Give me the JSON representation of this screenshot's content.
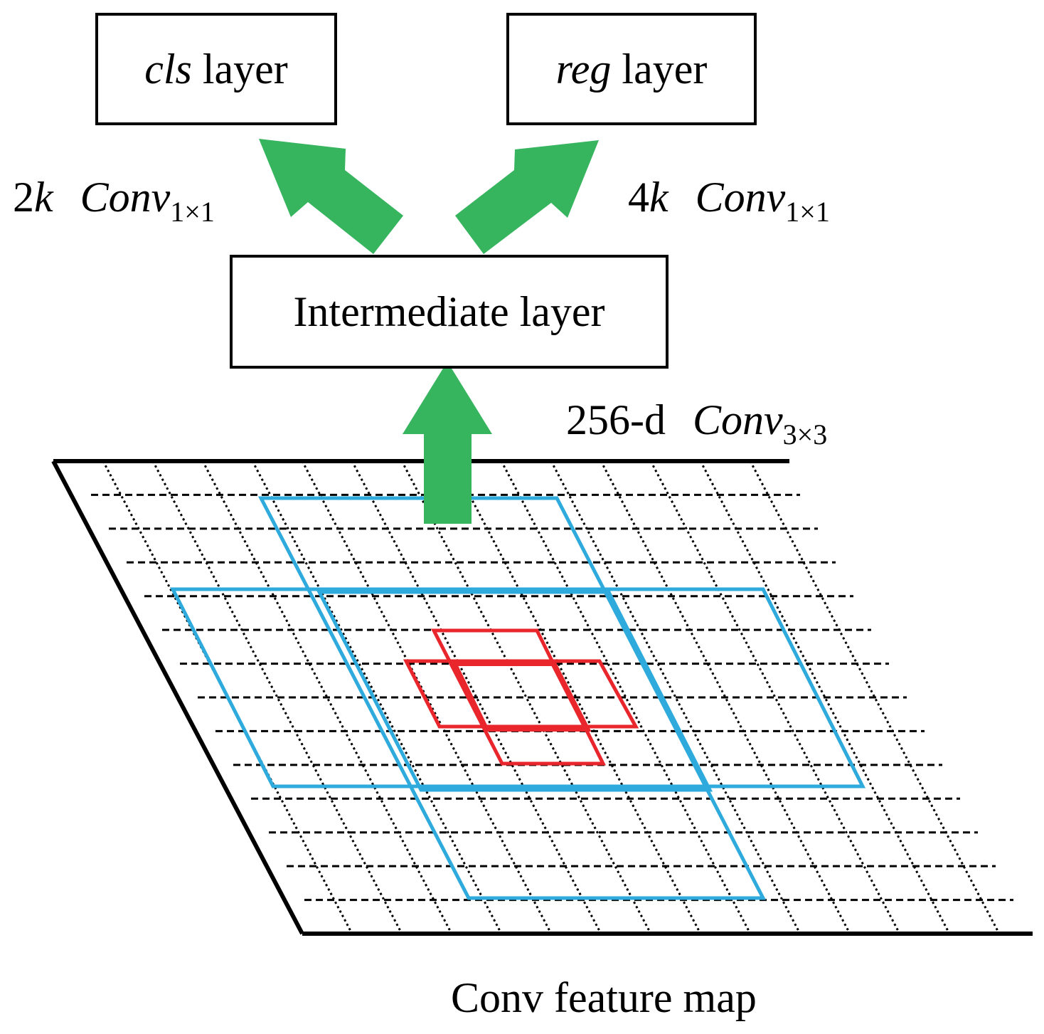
{
  "boxes": {
    "cls": {
      "italic": "cls",
      "rest": " layer"
    },
    "reg": {
      "italic": "reg",
      "rest": " layer"
    },
    "intermediate": {
      "text": "Intermediate layer"
    }
  },
  "labels": {
    "cls_conv": {
      "num": "2",
      "k": "k",
      "conv": "Conv",
      "sub": "1×1"
    },
    "reg_conv": {
      "num": "4",
      "k": "k",
      "conv": "Conv",
      "sub": "1×1"
    },
    "mid_conv": {
      "dim": "256-d",
      "conv": "Conv",
      "sub": "3×3"
    },
    "feature_map": "Conv feature map"
  },
  "colors": {
    "arrow": "#36b45e",
    "anchor_large": "#2eaadc",
    "anchor_small": "#e8262c",
    "grid": "#000000"
  }
}
